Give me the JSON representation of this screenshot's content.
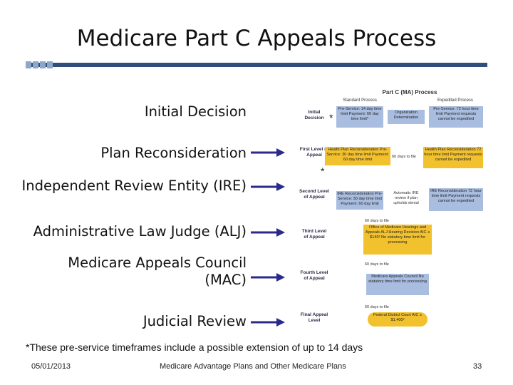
{
  "title": "Medicare Part C Appeals Process",
  "levels": [
    {
      "label": "Initial Decision"
    },
    {
      "label": "Plan Reconsideration"
    },
    {
      "label": "Independent Review Entity (IRE)"
    },
    {
      "label": "Administrative Law Judge (ALJ)"
    },
    {
      "label": "Medicare Appeals Council (MAC)"
    },
    {
      "label": "Judicial Review"
    }
  ],
  "diagram": {
    "heading": "Part C (MA) Process",
    "standard_label": "Standard Process",
    "expedited_label": "Expedited Process",
    "stages": [
      "Initial Decision",
      "First Level of Appeal",
      "Second Level of Appeal",
      "Third Level of Appeal",
      "Fourth Level of Appeal",
      "Final Appeal Level"
    ],
    "boxes": {
      "initial_std": "Pre-Service: 14 day time limit Payment: 60 day time limit*",
      "org_det": "Organization Determination",
      "initial_exp": "Pre-Service: 72 hour time limit Payment requests cannot be expedited",
      "first_std": "Health Plan Reconsideration Pre-Service: 30 day time limit Payment: 60 day time limit",
      "first_exp": "Health Plan Reconsideration 72 hour time limit Payment requests cannot be expedited",
      "second_std": "IRE Reconsideration Pre-Service: 30 day time limit Payment: 60 day limit",
      "second_exp": "IRE Reconsideration 72 hour time limit Payment requests cannot be expedited",
      "third": "Office of Medicare Hearings and Appeals ALJ Hearing Decision AIC ≥ $140² No statutory time limit for processing",
      "fourth": "Medicare Appeals Council No statutory time limit for processing",
      "final": "Federal District Court AIC ≥ $1,400³"
    },
    "notes": {
      "sixty_days_1": "60 days to file",
      "auto_ire": "Automatic IRE review if plan upholds denial",
      "sixty_days_2": "60 days to file",
      "sixty_days_3": "60 days to file",
      "sixty_days_4": "60 days to file"
    },
    "stars": [
      "*",
      "*"
    ]
  },
  "footnote": "*These pre-service timeframes include a possible extension of up to 14 days",
  "footer": {
    "date": "05/01/2013",
    "center": "Medicare Advantage Plans and Other Medicare Plans",
    "page": "33"
  },
  "colors": {
    "arrow": "#2a2a8a",
    "blue_box": "#a9bde0",
    "gold_box": "#f2c12e",
    "rule": "#2f4e7a"
  }
}
